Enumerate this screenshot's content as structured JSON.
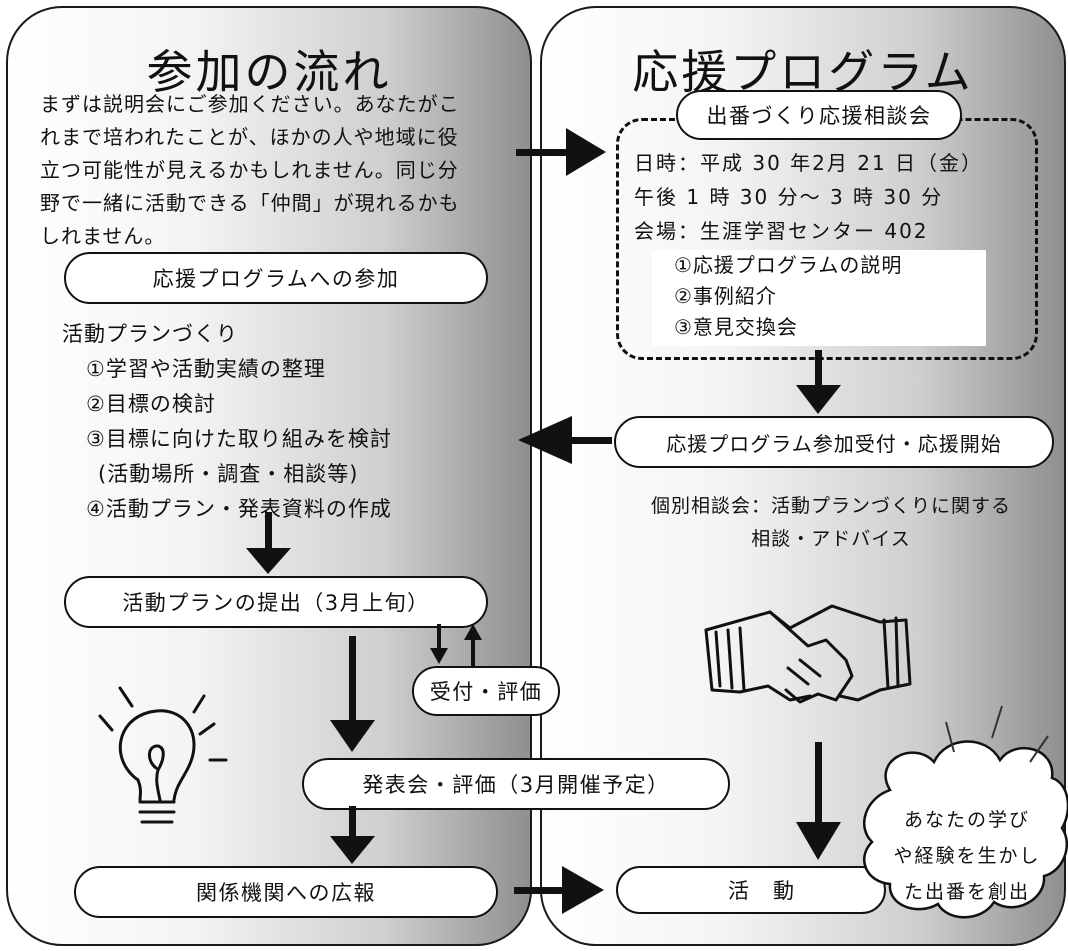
{
  "left": {
    "title": "参加の流れ",
    "intro": [
      "まずは説明会にご参加ください。あなたがこ",
      "れまで培われたことが、ほかの人や地域に役",
      "立つ可能性が見えるかもしれません。同じ分",
      "野で一緒に活動できる「仲間」が現れるかも",
      "しれません。"
    ],
    "join_box": "応援プログラムへの参加",
    "plan_heading": "活動プランづくり",
    "plan_items": [
      "①学習や活動実績の整理",
      "②目標の検討",
      "③目標に向けた取り組みを検討",
      "(活動場所・調査・相談等)",
      "④活動プラン・発表資料の作成"
    ],
    "submit_box": "活動プランの提出（3月上旬）",
    "review_box": "受付・評価",
    "present_box": "発表会・評価（3月開催予定）",
    "pr_box": "関係機関への広報"
  },
  "right": {
    "title": "応援プログラム",
    "meeting_title": "出番づくり応援相談会",
    "meeting_details": [
      "日時：平成 30 年2月 21 日（金）",
      "午後 1 時 30 分～ 3 時 30 分",
      "会場：生涯学習センター 402"
    ],
    "meeting_items": [
      "①応援プログラムの説明",
      "②事例紹介",
      "③意見交換会"
    ],
    "accept_box": "応援プログラム参加受付・応援開始",
    "consult_lines": [
      "個別相談会：活動プランづくりに関する",
      "相談・アドバイス"
    ],
    "activity_box": "活　動",
    "cloud_lines": [
      "あなたの学び",
      "や経験を生かし",
      "た出番を創出"
    ]
  }
}
